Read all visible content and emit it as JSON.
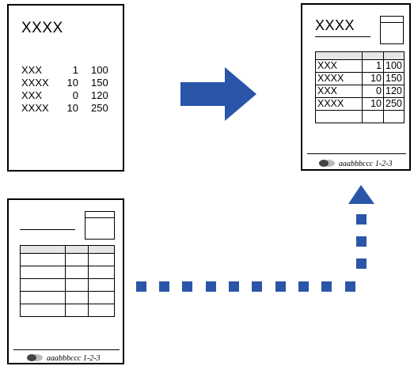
{
  "source_document": {
    "title": "XXXX",
    "rows": [
      {
        "name": "XXX",
        "qty": "1",
        "amount": "100"
      },
      {
        "name": "XXXX",
        "qty": "10",
        "amount": "150"
      },
      {
        "name": "XXX",
        "qty": "0",
        "amount": "120"
      },
      {
        "name": "XXXX",
        "qty": "10",
        "amount": "250"
      }
    ]
  },
  "output_document": {
    "title": "XXXX",
    "rows": [
      {
        "name": "XXX",
        "qty": "1",
        "amount": "100"
      },
      {
        "name": "XXXX",
        "qty": "10",
        "amount": "150"
      },
      {
        "name": "XXX",
        "qty": "0",
        "amount": "120"
      },
      {
        "name": "XXXX",
        "qty": "10",
        "amount": "250"
      }
    ],
    "footer": "aaabbbccc 1-2-3"
  },
  "template_document": {
    "footer": "aaabbbccc 1-2-3"
  },
  "colors": {
    "arrow": "#2a55a8",
    "table_header": "#e6e6e6",
    "logo_dark": "#444444",
    "logo_light": "#bbbbbb"
  },
  "icons": {
    "main_arrow": "right-arrow-icon",
    "flow_arrow": "up-arrow-icon",
    "logo": "logo-icon"
  }
}
